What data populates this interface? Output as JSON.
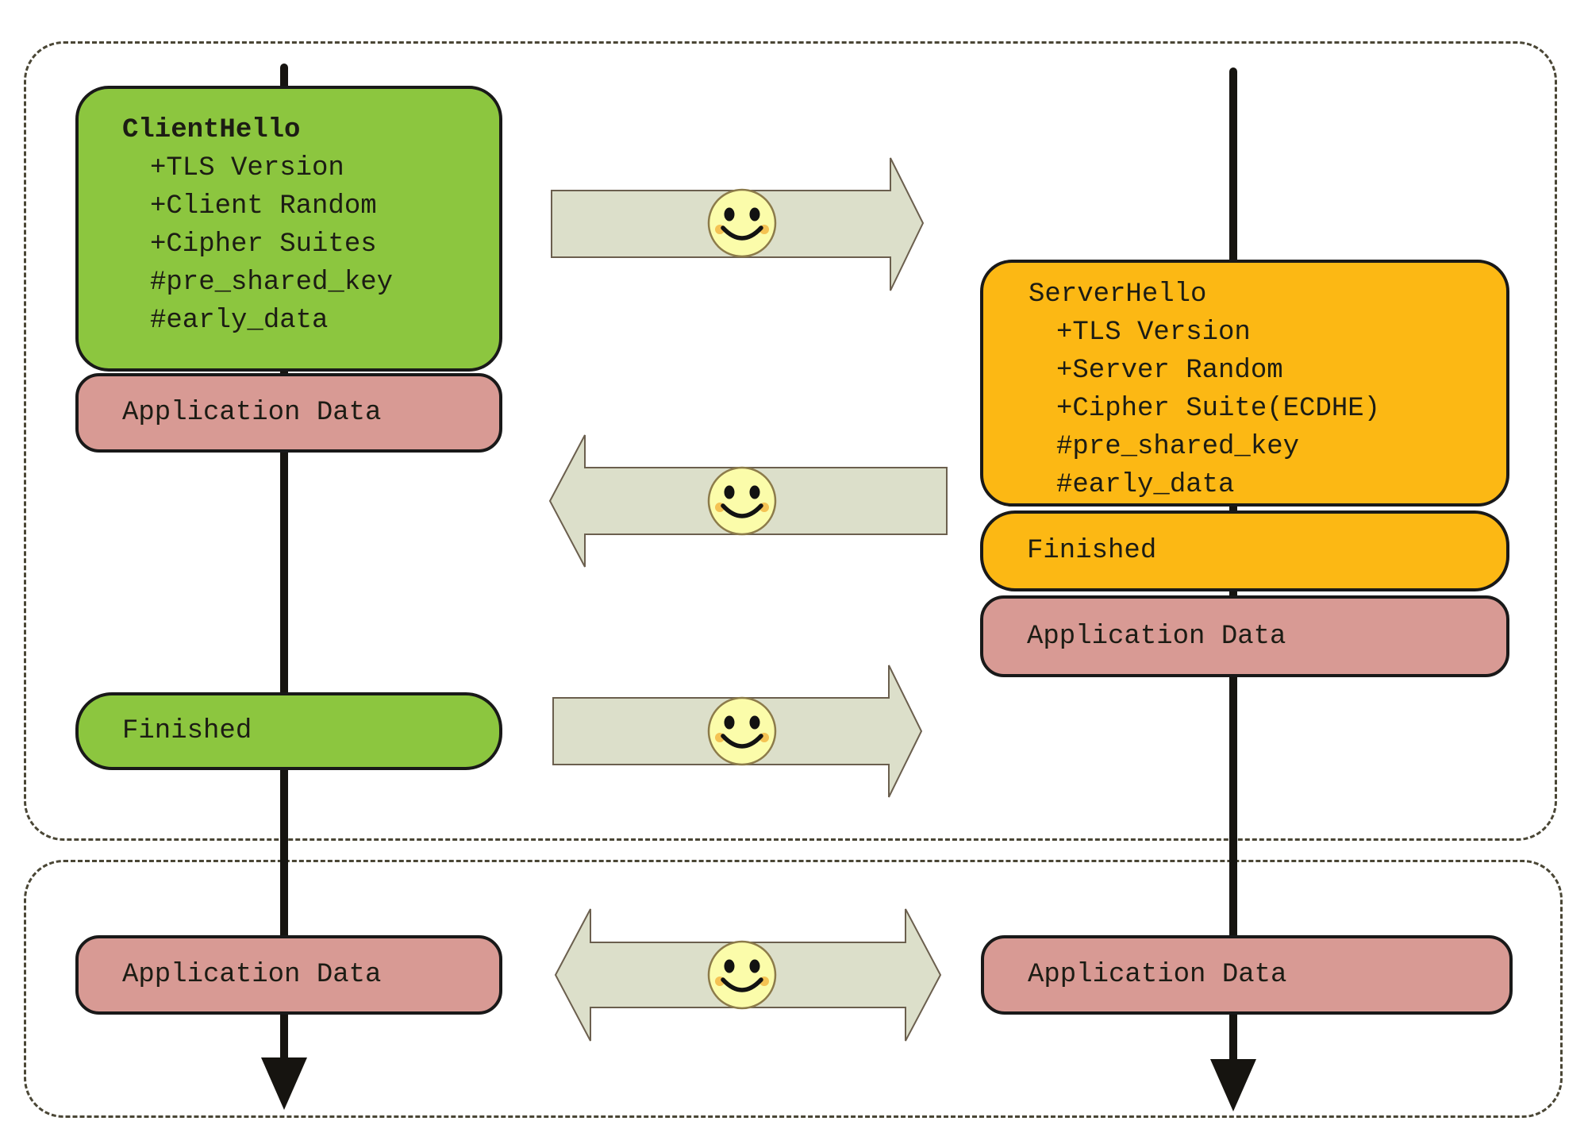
{
  "diagram": {
    "description_labels": {
      "client_lifeline": "client timeline arrow",
      "server_lifeline": "server timeline arrow"
    },
    "colors": {
      "client_message_green": "#8cc63f",
      "server_message_orange": "#fcb814",
      "application_data_pink": "#d89a94",
      "arrow_fill": "#dcdfca",
      "smiley_yellow": "#fbfcaa",
      "dashed_border": "#4a4635",
      "line_black": "#161410"
    }
  },
  "client": {
    "hello": {
      "title": "ClientHello",
      "items": [
        "+TLS Version",
        "+Client Random",
        "+Cipher Suites",
        "#pre_shared_key",
        "#early_data"
      ]
    },
    "app_data_label": "Application Data",
    "finished_label": "Finished",
    "bottom_app_data_label": "Application Data"
  },
  "server": {
    "hello": {
      "title": "ServerHello",
      "items": [
        "+TLS Version",
        "+Server Random",
        "+Cipher Suite(ECDHE)",
        "#pre_shared_key",
        "#early_data"
      ]
    },
    "finished_label": "Finished",
    "app_data_label": "Application Data",
    "bottom_app_data_label": "Application Data"
  },
  "icons": {
    "messenger": "smiley-face"
  }
}
